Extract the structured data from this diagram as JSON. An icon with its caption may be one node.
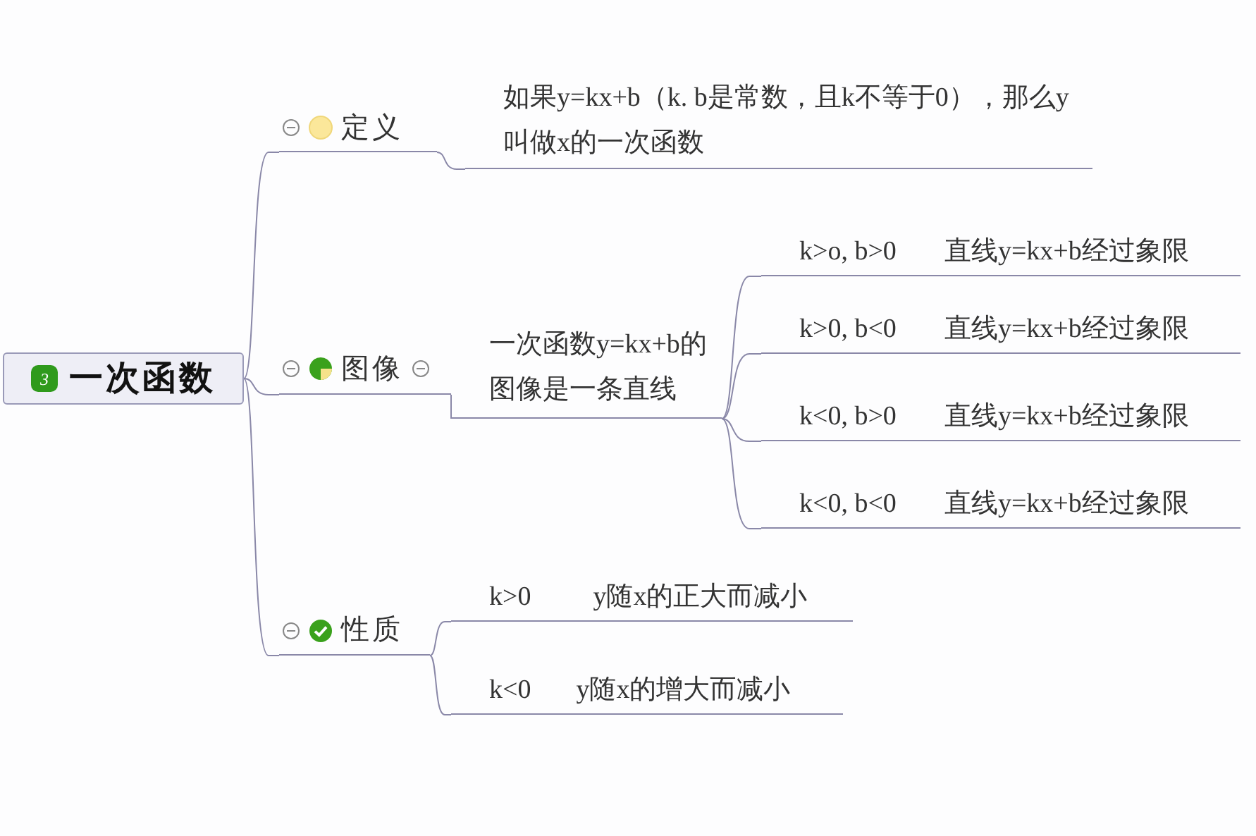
{
  "diagram": {
    "nodes": [
      {
        "text": [
          "一次函数"
        ]
      },
      {
        "text": [
          "定义"
        ]
      },
      {
        "text": [
          "如果y=kx+b（k. b是常数，且k不等于0），那么y叫做x的一次函数"
        ]
      },
      {
        "text": [
          "图像"
        ]
      },
      {
        "text": [
          "一次函数y=kx+b的图像是一条直线"
        ]
      },
      {
        "text": [
          "k>o, b>0",
          "直线y=kx+b经过象限"
        ]
      },
      {
        "text": [
          "k>0, b<0",
          "直线y=kx+b经过象限"
        ]
      },
      {
        "text": [
          "k<0, b>0",
          "直线y=kx+b经过象限"
        ]
      },
      {
        "text": [
          "k<0, b<0",
          "直线y=kx+b经过象限"
        ]
      },
      {
        "text": [
          "性质"
        ]
      },
      {
        "text": [
          "k>0",
          "y随x的正大而减小"
        ]
      },
      {
        "text": [
          "k<0",
          "y随x的增大而减小"
        ]
      }
    ],
    "edges": [
      {
        "from": 0,
        "to": 1,
        "arrow": "none"
      },
      {
        "from": 0,
        "to": 3,
        "arrow": "none"
      },
      {
        "from": 0,
        "to": 9,
        "arrow": "none"
      },
      {
        "from": 1,
        "to": 2,
        "arrow": "none"
      },
      {
        "from": 3,
        "to": 4,
        "arrow": "none"
      },
      {
        "from": 4,
        "to": 5,
        "arrow": "none"
      },
      {
        "from": 4,
        "to": 6,
        "arrow": "none"
      },
      {
        "from": 4,
        "to": 7,
        "arrow": "none"
      },
      {
        "from": 4,
        "to": 8,
        "arrow": "none"
      },
      {
        "from": 9,
        "to": 10,
        "arrow": "none"
      },
      {
        "from": 9,
        "to": 11,
        "arrow": "none"
      }
    ],
    "labels": [
      "3"
    ]
  }
}
